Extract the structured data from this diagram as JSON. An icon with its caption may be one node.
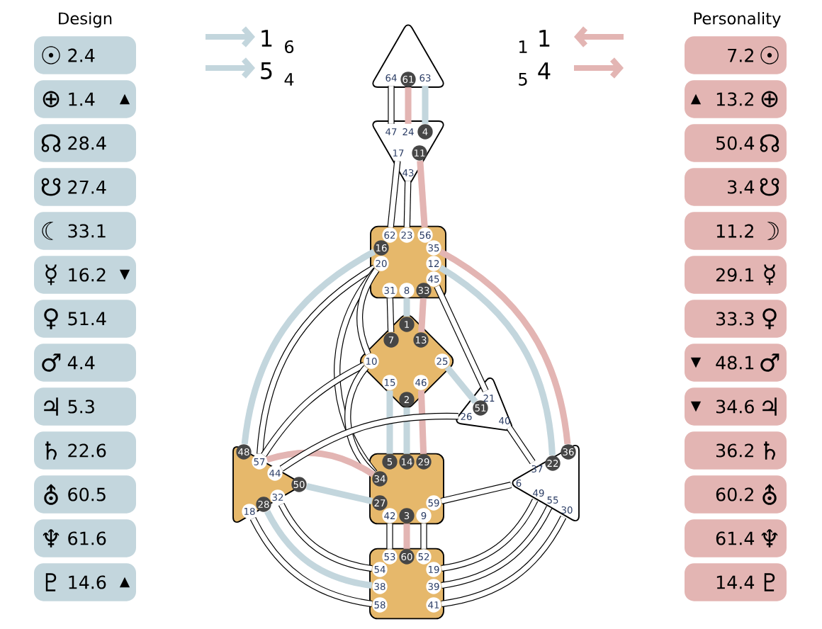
{
  "diagram": {
    "nodes": [
      {
        "text": [
          "☉",
          "2.4"
        ]
      },
      {
        "text": [
          "⊕",
          "1.4",
          "▲"
        ]
      },
      {
        "text": [
          "☊",
          "28.4"
        ]
      },
      {
        "text": [
          "☋",
          "27.4"
        ]
      },
      {
        "text": [
          "☾",
          "33.1"
        ]
      },
      {
        "text": [
          "☿",
          "16.2",
          "▼"
        ]
      },
      {
        "text": [
          "♀",
          "51.4"
        ]
      },
      {
        "text": [
          "♂",
          "4.4"
        ]
      },
      {
        "text": [
          "♃",
          "5.3"
        ]
      },
      {
        "text": [
          "♄",
          "22.6"
        ]
      },
      {
        "text": [
          "⛢",
          "60.5"
        ]
      },
      {
        "text": [
          "♆",
          "61.6"
        ]
      },
      {
        "text": [
          "♇",
          "14.6",
          "▲"
        ]
      },
      {
        "text": [
          "7.2",
          "☉"
        ]
      },
      {
        "text": [
          "▲",
          "13.2",
          "⊕"
        ]
      },
      {
        "text": [
          "50.4",
          "☊"
        ]
      },
      {
        "text": [
          "3.4",
          "☋"
        ]
      },
      {
        "text": [
          "11.2",
          "☽"
        ]
      },
      {
        "text": [
          "29.1",
          "☿"
        ]
      },
      {
        "text": [
          "33.3",
          "♀"
        ]
      },
      {
        "text": [
          "▼",
          "48.1",
          "♂"
        ]
      },
      {
        "text": [
          "▼",
          "34.6",
          "♃"
        ]
      },
      {
        "text": [
          "36.2",
          "♄"
        ]
      },
      {
        "text": [
          "60.2",
          "⛢"
        ]
      },
      {
        "text": [
          "61.4",
          "♆"
        ]
      },
      {
        "text": [
          "14.4",
          "♇"
        ]
      },
      {
        "text": [],
        "shape": "triangle"
      },
      {
        "text": [
          "64"
        ],
        "in": 26
      },
      {
        "text": [
          "61"
        ],
        "in": 26
      },
      {
        "text": [
          "63"
        ],
        "in": 26
      },
      {
        "text": [],
        "shape": "triangle"
      },
      {
        "text": [
          "47"
        ],
        "in": 30
      },
      {
        "text": [
          "24"
        ],
        "in": 30
      },
      {
        "text": [
          "4"
        ],
        "in": 30
      },
      {
        "text": [
          "17"
        ],
        "in": 30
      },
      {
        "text": [
          "11"
        ],
        "in": 30
      },
      {
        "text": [
          "43"
        ],
        "in": 30
      },
      {
        "text": [],
        "shape": "box"
      },
      {
        "text": [
          "62"
        ],
        "in": 37
      },
      {
        "text": [
          "23"
        ],
        "in": 37
      },
      {
        "text": [
          "56"
        ],
        "in": 37
      },
      {
        "text": [
          "16"
        ],
        "in": 37
      },
      {
        "text": [
          "35"
        ],
        "in": 37
      },
      {
        "text": [
          "20"
        ],
        "in": 37
      },
      {
        "text": [
          "12"
        ],
        "in": 37
      },
      {
        "text": [
          "45"
        ],
        "in": 37
      },
      {
        "text": [
          "31"
        ],
        "in": 37
      },
      {
        "text": [
          "8"
        ],
        "in": 37
      },
      {
        "text": [
          "33"
        ],
        "in": 37
      },
      {
        "text": [],
        "shape": "diamond"
      },
      {
        "text": [
          "1"
        ],
        "in": 49
      },
      {
        "text": [
          "7"
        ],
        "in": 49
      },
      {
        "text": [
          "13"
        ],
        "in": 49
      },
      {
        "text": [
          "10"
        ],
        "in": 49
      },
      {
        "text": [
          "25"
        ],
        "in": 49
      },
      {
        "text": [
          "15"
        ],
        "in": 49
      },
      {
        "text": [
          "46"
        ],
        "in": 49
      },
      {
        "text": [
          "2"
        ],
        "in": 49
      },
      {
        "text": [],
        "shape": "triangle"
      },
      {
        "text": [
          "21"
        ],
        "in": 58
      },
      {
        "text": [
          "51"
        ],
        "in": 58
      },
      {
        "text": [
          "26"
        ],
        "in": 58
      },
      {
        "text": [
          "40"
        ],
        "in": 58
      },
      {
        "text": [],
        "shape": "triangle"
      },
      {
        "text": [
          "48"
        ],
        "in": 63
      },
      {
        "text": [
          "57"
        ],
        "in": 63
      },
      {
        "text": [
          "44"
        ],
        "in": 63
      },
      {
        "text": [
          "50"
        ],
        "in": 63
      },
      {
        "text": [
          "32"
        ],
        "in": 63
      },
      {
        "text": [
          "28"
        ],
        "in": 63
      },
      {
        "text": [
          "18"
        ],
        "in": 63
      },
      {
        "text": [],
        "shape": "box"
      },
      {
        "text": [
          "5"
        ],
        "in": 71
      },
      {
        "text": [
          "14"
        ],
        "in": 71
      },
      {
        "text": [
          "29"
        ],
        "in": 71
      },
      {
        "text": [
          "34"
        ],
        "in": 71
      },
      {
        "text": [
          "27"
        ],
        "in": 71
      },
      {
        "text": [
          "59"
        ],
        "in": 71
      },
      {
        "text": [
          "42"
        ],
        "in": 71
      },
      {
        "text": [
          "3"
        ],
        "in": 71
      },
      {
        "text": [
          "9"
        ],
        "in": 71
      },
      {
        "text": [],
        "shape": "triangle"
      },
      {
        "text": [
          "36"
        ],
        "in": 81
      },
      {
        "text": [
          "22"
        ],
        "in": 81
      },
      {
        "text": [
          "37"
        ],
        "in": 81
      },
      {
        "text": [
          "6"
        ],
        "in": 81
      },
      {
        "text": [
          "49"
        ],
        "in": 81
      },
      {
        "text": [
          "55"
        ],
        "in": 81
      },
      {
        "text": [
          "30"
        ],
        "in": 81
      },
      {
        "text": [],
        "shape": "box"
      },
      {
        "text": [
          "53"
        ],
        "in": 89
      },
      {
        "text": [
          "60"
        ],
        "in": 89
      },
      {
        "text": [
          "52"
        ],
        "in": 89
      },
      {
        "text": [
          "54"
        ],
        "in": 89
      },
      {
        "text": [
          "19"
        ],
        "in": 89
      },
      {
        "text": [
          "38"
        ],
        "in": 89
      },
      {
        "text": [
          "39"
        ],
        "in": 89
      },
      {
        "text": [
          "58"
        ],
        "in": 89
      },
      {
        "text": [
          "41"
        ],
        "in": 89
      }
    ],
    "edges": [
      {
        "from": 27,
        "to": 31,
        "arrow": "none"
      },
      {
        "from": 28,
        "to": 32,
        "arrow": "none",
        "color": "#e3b5b3"
      },
      {
        "from": 29,
        "to": 33,
        "arrow": "none",
        "color": "#c3d6dd"
      },
      {
        "from": 34,
        "to": 38,
        "arrow": "none"
      },
      {
        "from": 36,
        "to": 39,
        "arrow": "none"
      },
      {
        "from": 35,
        "to": 40,
        "arrow": "none",
        "color": "#e3b5b3"
      },
      {
        "from": 46,
        "to": 51,
        "arrow": "none"
      },
      {
        "from": 47,
        "to": 50,
        "arrow": "none",
        "color": "#c3d6dd"
      },
      {
        "from": 48,
        "to": 52,
        "arrow": "none",
        "color": "#e3b5b3"
      },
      {
        "from": 41,
        "to": 64,
        "arrow": "none",
        "color": "#c3d6dd"
      },
      {
        "from": 43,
        "to": 65,
        "arrow": "none"
      },
      {
        "from": 43,
        "to": 75,
        "arrow": "none"
      },
      {
        "from": 53,
        "to": 43,
        "arrow": "none"
      },
      {
        "from": 53,
        "to": 65,
        "arrow": "none"
      },
      {
        "from": 53,
        "to": 75,
        "arrow": "none"
      },
      {
        "from": 75,
        "to": 65,
        "arrow": "none",
        "color": "#e3b5b3"
      },
      {
        "from": 45,
        "to": 59,
        "arrow": "none"
      },
      {
        "from": 42,
        "to": 82,
        "arrow": "none",
        "color": "#e3b5b3"
      },
      {
        "from": 44,
        "to": 83,
        "arrow": "none",
        "color": "#c3d6dd"
      },
      {
        "from": 54,
        "to": 60,
        "arrow": "none",
        "color": "#c3d6dd"
      },
      {
        "from": 55,
        "to": 72,
        "arrow": "none",
        "color": "#c3d6dd"
      },
      {
        "from": 57,
        "to": 73,
        "arrow": "none",
        "color": "#c3d6dd"
      },
      {
        "from": 56,
        "to": 74,
        "arrow": "none",
        "color": "#e3b5b3"
      },
      {
        "from": 61,
        "to": 66,
        "arrow": "none"
      },
      {
        "from": 62,
        "to": 84,
        "arrow": "none"
      },
      {
        "from": 76,
        "to": 67,
        "arrow": "none",
        "color": "#c3d6dd"
      },
      {
        "from": 77,
        "to": 85,
        "arrow": "none"
      },
      {
        "from": 78,
        "to": 90,
        "arrow": "none"
      },
      {
        "from": 79,
        "to": 91,
        "arrow": "none",
        "color": "#e3b5b3"
      },
      {
        "from": 80,
        "to": 92,
        "arrow": "none"
      },
      {
        "from": 93,
        "to": 68,
        "arrow": "none"
      },
      {
        "from": 95,
        "to": 69,
        "arrow": "none",
        "color": "#c3d6dd"
      },
      {
        "from": 97,
        "to": 70,
        "arrow": "none"
      },
      {
        "from": 94,
        "to": 86,
        "arrow": "none"
      },
      {
        "from": 96,
        "to": 87,
        "arrow": "none"
      },
      {
        "from": 98,
        "to": 88,
        "arrow": "none"
      }
    ],
    "labels": [
      "Design",
      "Personality",
      "1",
      "6",
      "1",
      "1",
      "5",
      "4",
      "5",
      "4"
    ]
  }
}
